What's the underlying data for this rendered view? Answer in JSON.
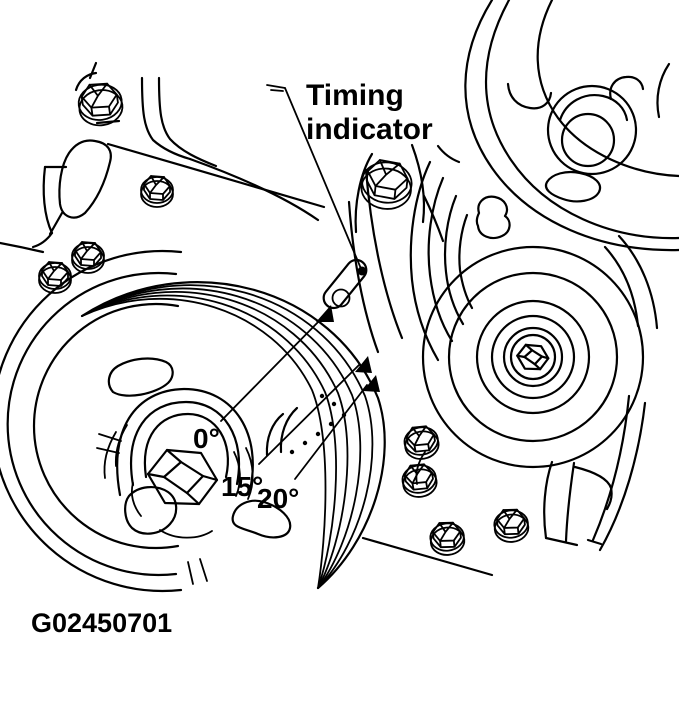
{
  "figure": {
    "type": "engine-front-timing-diagram",
    "caption": "G02450701",
    "timing_indicator_label": {
      "line1": "Timing",
      "line2": "indicator"
    },
    "degree_labels": [
      {
        "value": "0°"
      },
      {
        "value": "15°"
      },
      {
        "value": "20°"
      }
    ],
    "colors": {
      "line": "#000000",
      "background": "#ffffff"
    }
  }
}
